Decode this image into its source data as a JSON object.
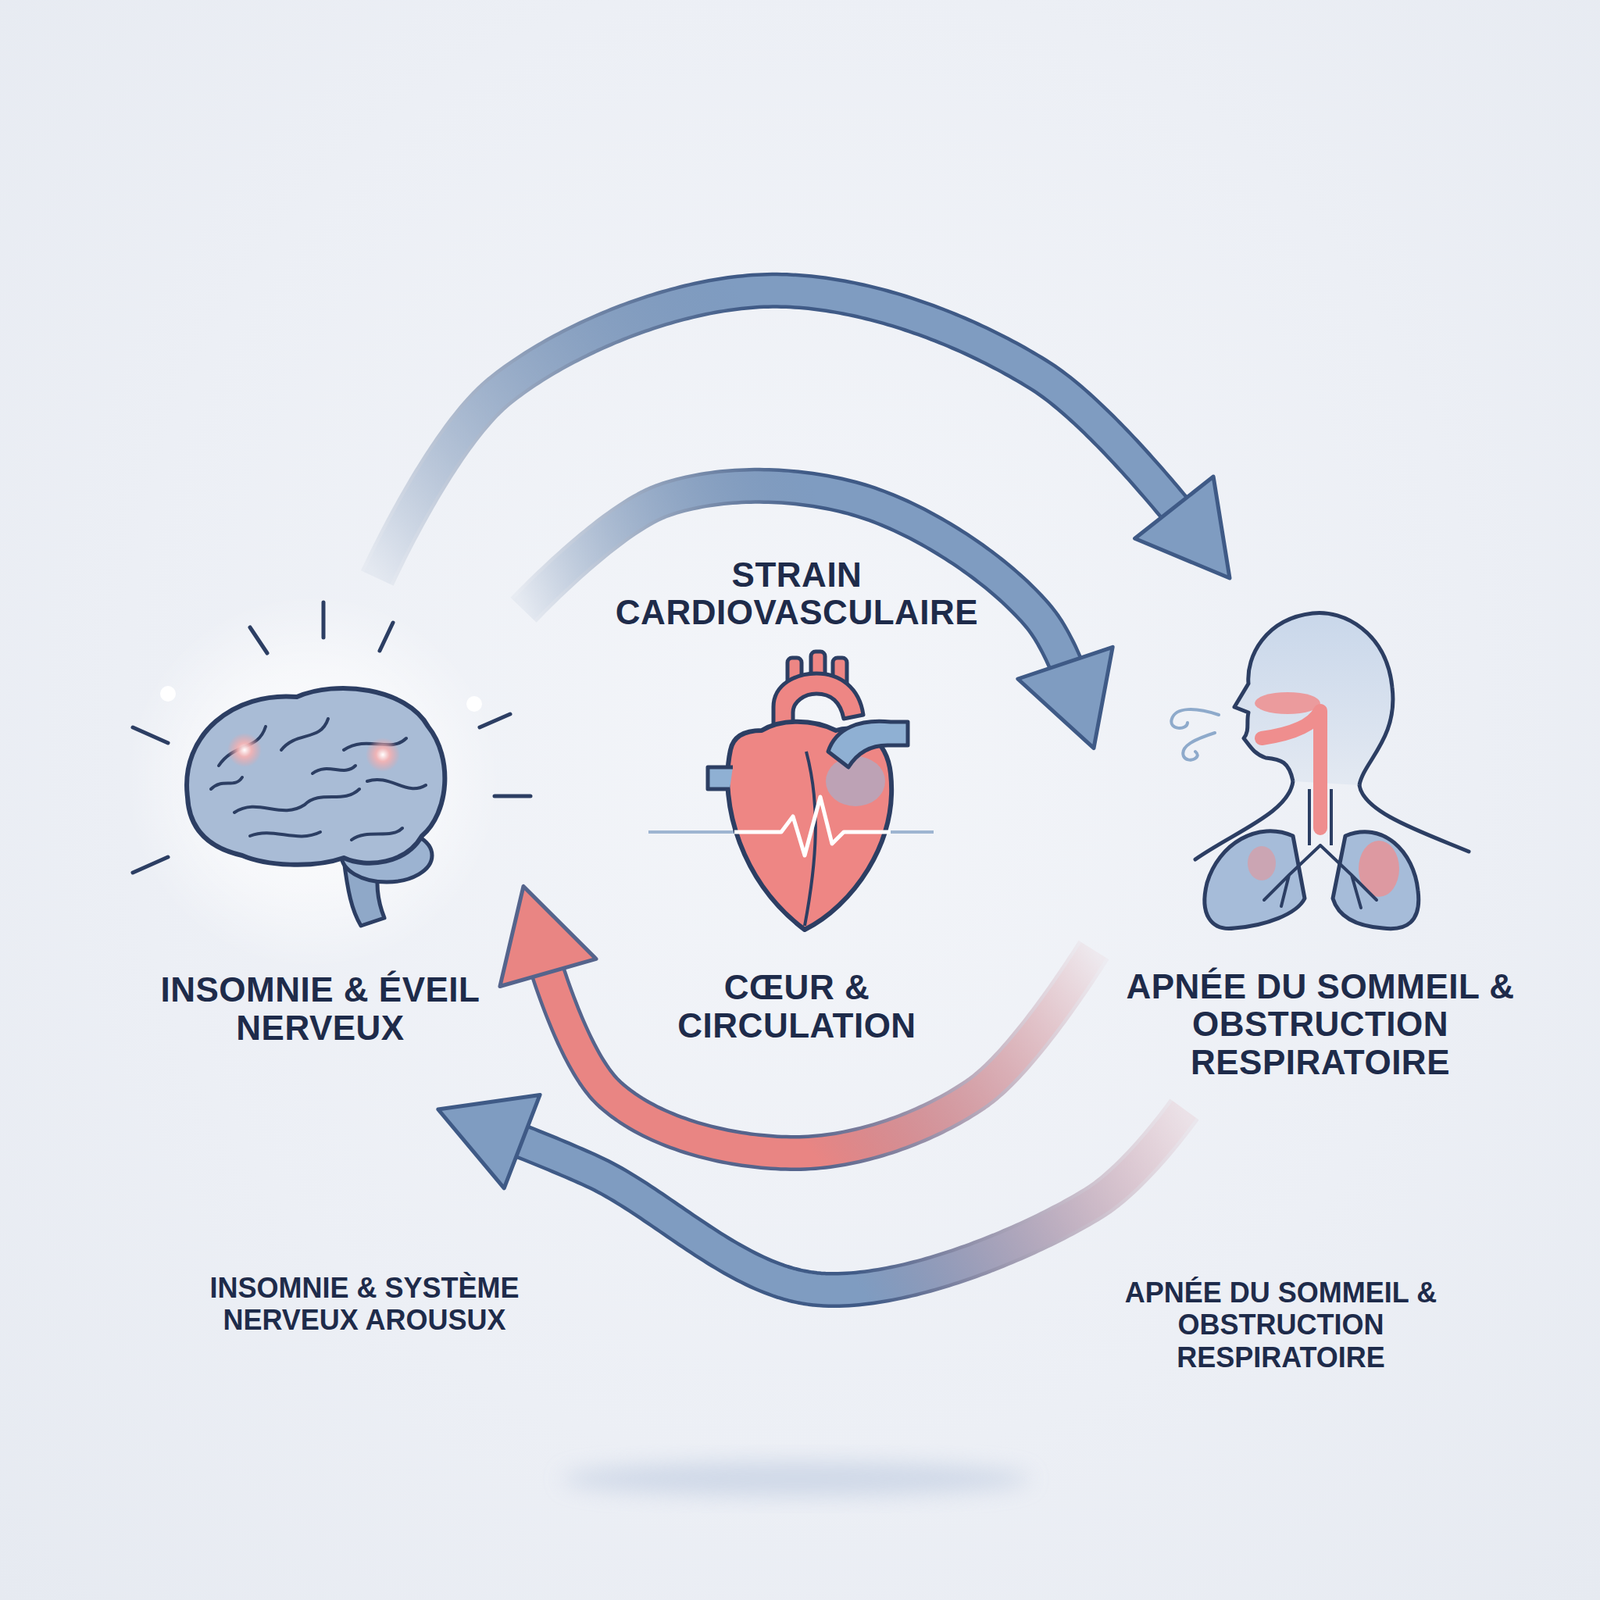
{
  "diagram": {
    "nodes": [
      {
        "text": [
          "INSOMNIE & ÉVEIL NERVEUX"
        ]
      },
      {
        "text": [
          "STRAIN CARDIOVASCULAIRE",
          "CŒUR & CIRCULATION"
        ]
      },
      {
        "text": [
          "APNÉE DU SOMMEIL & OBSTRUCTION RESPIRATOIRE"
        ]
      }
    ],
    "edges": [
      {
        "from": 0,
        "to": 2,
        "arrow": "to"
      },
      {
        "from": 0,
        "to": 2,
        "arrow": "to"
      },
      {
        "from": 2,
        "to": 0,
        "arrow": "to"
      },
      {
        "from": 2,
        "to": 0,
        "arrow": "to"
      }
    ],
    "labels": [
      "INSOMNIE & SYSTÈME NERVEUX AROUSUX",
      "APNÉE DU SOMMEIL & OBSTRUCTION RESPIRATOIRE"
    ]
  }
}
